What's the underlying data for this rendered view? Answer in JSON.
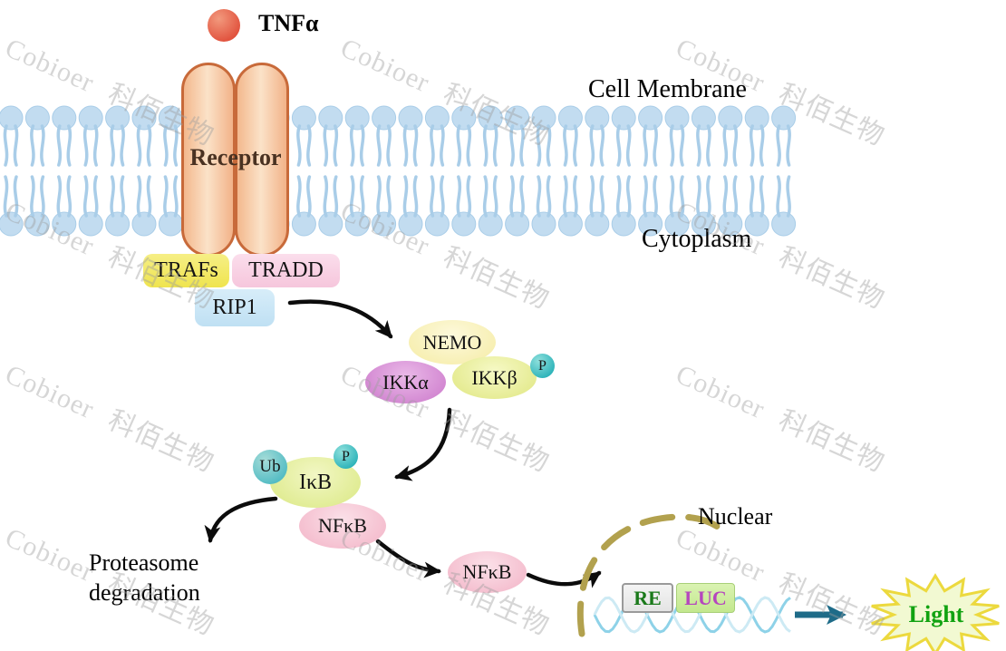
{
  "watermark": {
    "text": "Cobioer 科佰生物"
  },
  "labels": {
    "tnfa": "TNFα",
    "cell_membrane": "Cell Membrane",
    "cytoplasm": "Cytoplasm",
    "receptor": "Receptor",
    "trafs": "TRAFs",
    "tradd": "TRADD",
    "rip1": "RIP1",
    "nemo": "NEMO",
    "ikk_alpha": "IKKα",
    "ikk_beta": "IKKβ",
    "phospho": "P",
    "ubiquitin": "Ub",
    "ikb": "IκB",
    "nfkb_upper": "NFκB",
    "nfkb_lower": "NFκB",
    "proteasome": "Proteasome degradation",
    "nuclear": "Nuclear",
    "re": "RE",
    "luc": "LUC",
    "light": "Light"
  },
  "colors": {
    "tnfa_ligand": "#e2543e",
    "membrane_lipid": "#c2dcf0",
    "receptor_fill": "#f8d4b4",
    "receptor_border": "#c86a3a",
    "trafs_fill": "#efe44e",
    "tradd_fill": "#f6c6dc",
    "rip1_fill": "#bfe0f3",
    "nemo_fill": "#f7efb2",
    "ikk_alpha_fill": "#d184d0",
    "ikk_beta_fill": "#e4ea8e",
    "phospho_fill": "#2fb4ba",
    "ubiquitin_fill": "#54bcc4",
    "ikb_fill": "#dfeb90",
    "nfkb_fill": "#f4bccd",
    "arrow": "#0c0c0c",
    "nuclear_membrane": "#b2a14e",
    "re_text": "#1b7a1b",
    "luc_fill": "#c3e88e",
    "luc_text": "#b546be",
    "signal_arrow": "#1e6b88",
    "light_text": "#11a211",
    "starburst_fill": "#f2f9d2",
    "starburst_border": "#ecd93e",
    "watermark": "#9e9e9e"
  }
}
